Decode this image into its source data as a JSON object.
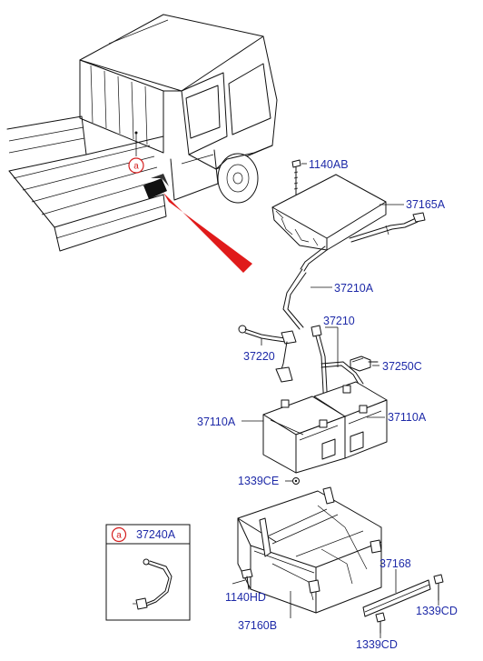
{
  "callout": {
    "letter": "a",
    "color": "#d41e1e"
  },
  "labels": {
    "p1140AB": "1140AB",
    "p37165A": "37165A",
    "p37210A": "37210A",
    "p37210": "37210",
    "p37220": "37220",
    "p37250C": "37250C",
    "p37110A_left": "37110A",
    "p37110A_right": "37110A",
    "p1339CE": "1339CE",
    "p37240A": "37240A",
    "p37168": "37168",
    "p1140HD": "1140HD",
    "p37160B": "37160B",
    "p1339CD_right": "1339CD",
    "p1339CD_bottom": "1339CD"
  },
  "colors": {
    "label_text": "#1e2aa8",
    "pointer_red": "#e01b1b",
    "line": "#111111"
  }
}
